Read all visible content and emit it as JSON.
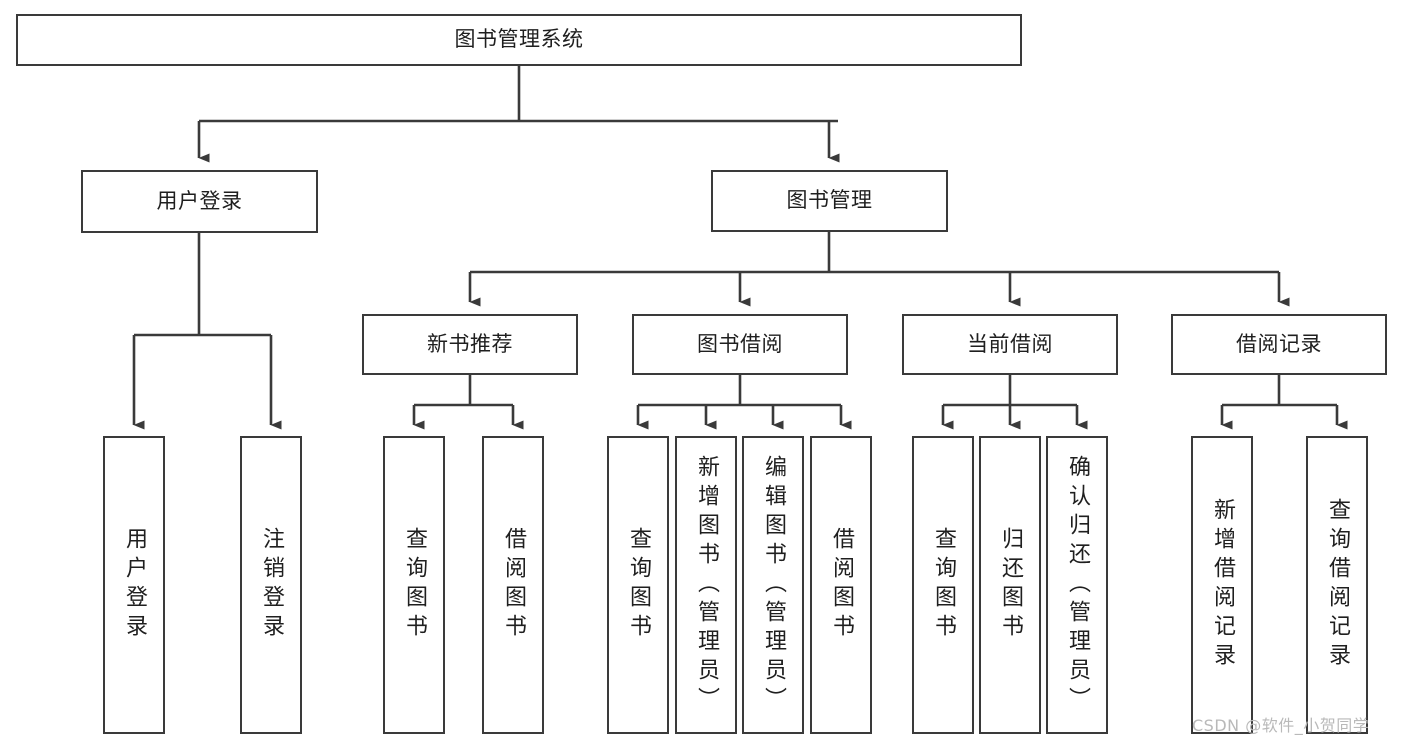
{
  "diagram": {
    "title": "图书管理系统",
    "watermark": "CSDN @软件_小贺同学",
    "line_color": "#3a3a3a",
    "text_color": "#1f1f1f",
    "background": "#ffffff",
    "levels": {
      "root": {
        "label": "图书管理系统"
      },
      "level2": [
        {
          "label": "用户登录"
        },
        {
          "label": "图书管理"
        }
      ],
      "level3": [
        {
          "label": "新书推荐"
        },
        {
          "label": "图书借阅"
        },
        {
          "label": "当前借阅"
        },
        {
          "label": "借阅记录"
        }
      ],
      "leaves_user_login": [
        {
          "label": "用户登录"
        },
        {
          "label": "注销登录"
        }
      ],
      "leaves_new_books": [
        {
          "label": "查询图书"
        },
        {
          "label": "借阅图书"
        }
      ],
      "leaves_borrow": [
        {
          "label": "查询图书"
        },
        {
          "label": "新增图书（管理员）"
        },
        {
          "label": "编辑图书（管理员）"
        },
        {
          "label": "借阅图书"
        }
      ],
      "leaves_current": [
        {
          "label": "查询图书"
        },
        {
          "label": "归还图书"
        },
        {
          "label": "确认归还（管理员）"
        }
      ],
      "leaves_records": [
        {
          "label": "新增借阅记录"
        },
        {
          "label": "查询借阅记录"
        }
      ]
    }
  }
}
